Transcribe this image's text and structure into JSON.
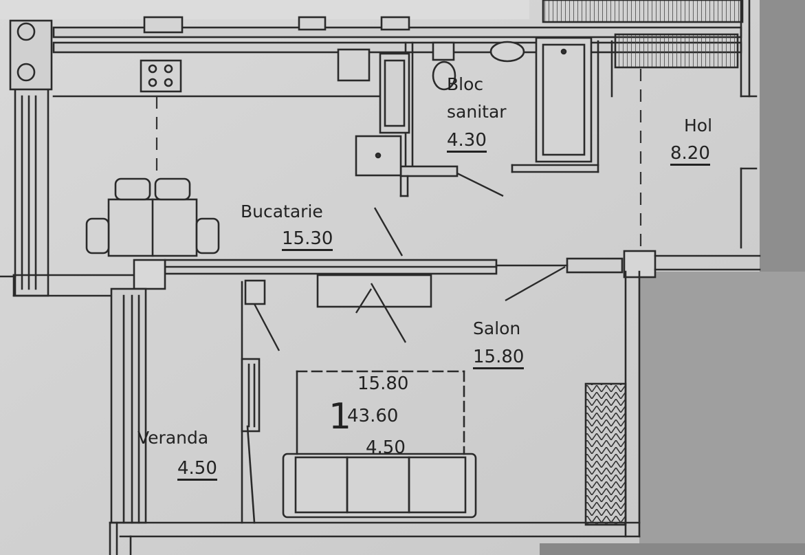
{
  "plan": {
    "colors": {
      "paper": "#d4d4d4",
      "ink": "#2a2a2a",
      "shadow": "#9a9a9a"
    },
    "rooms": [
      {
        "id": "bloc-sanitar",
        "name_line1": "Bloc",
        "name_line2": "sanitar",
        "area": "4.30"
      },
      {
        "id": "hol",
        "name": "Hol",
        "area": "8.20"
      },
      {
        "id": "bucatarie",
        "name": "Bucatarie",
        "area": "15.30"
      },
      {
        "id": "salon",
        "name": "Salon",
        "area": "15.80"
      },
      {
        "id": "veranda",
        "name": "Veranda",
        "area": "4.50"
      }
    ],
    "summary": {
      "number": "1",
      "line1": "15.80",
      "line2": "43.60",
      "line3": "4.50"
    }
  }
}
